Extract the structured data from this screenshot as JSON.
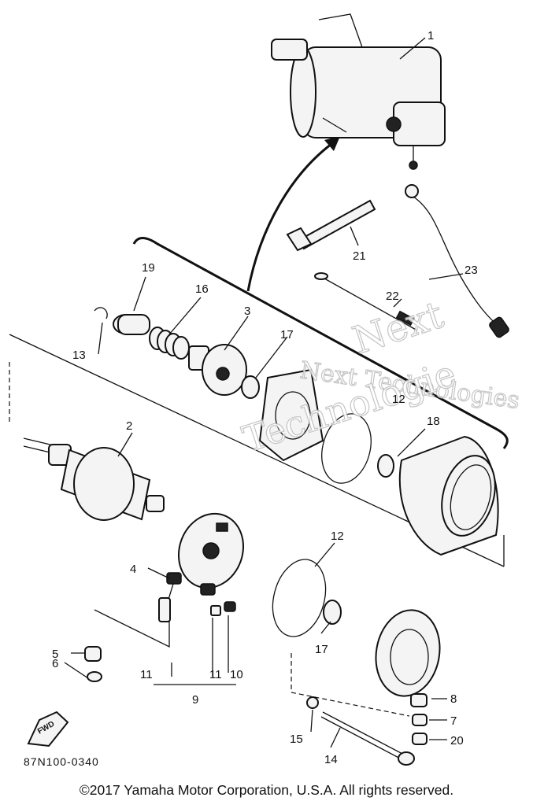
{
  "diagram": {
    "doc_code": "87N100-0340",
    "copyright": "©2017 Yamaha Motor Corporation, U.S.A. All rights reserved.",
    "fwd_label": "FWD",
    "watermark": {
      "line1": "Next Technologies",
      "line2": "Next",
      "line3": "Technologie"
    },
    "callouts": [
      {
        "id": "c1",
        "text": "1"
      },
      {
        "id": "c2",
        "text": "2"
      },
      {
        "id": "c3",
        "text": "3"
      },
      {
        "id": "c4",
        "text": "4"
      },
      {
        "id": "c5",
        "text": "5"
      },
      {
        "id": "c6",
        "text": "6"
      },
      {
        "id": "c7",
        "text": "7"
      },
      {
        "id": "c8",
        "text": "8"
      },
      {
        "id": "c9",
        "text": "9"
      },
      {
        "id": "c10",
        "text": "10"
      },
      {
        "id": "c11a",
        "text": "11"
      },
      {
        "id": "c11b",
        "text": "11"
      },
      {
        "id": "c12a",
        "text": "12"
      },
      {
        "id": "c12b",
        "text": "12"
      },
      {
        "id": "c13",
        "text": "13"
      },
      {
        "id": "c14",
        "text": "14"
      },
      {
        "id": "c15",
        "text": "15"
      },
      {
        "id": "c16",
        "text": "16"
      },
      {
        "id": "c17a",
        "text": "17"
      },
      {
        "id": "c17b",
        "text": "17"
      },
      {
        "id": "c18",
        "text": "18"
      },
      {
        "id": "c19",
        "text": "19"
      },
      {
        "id": "c20",
        "text": "20"
      },
      {
        "id": "c21",
        "text": "21"
      },
      {
        "id": "c22",
        "text": "22"
      },
      {
        "id": "c23",
        "text": "23"
      }
    ]
  }
}
